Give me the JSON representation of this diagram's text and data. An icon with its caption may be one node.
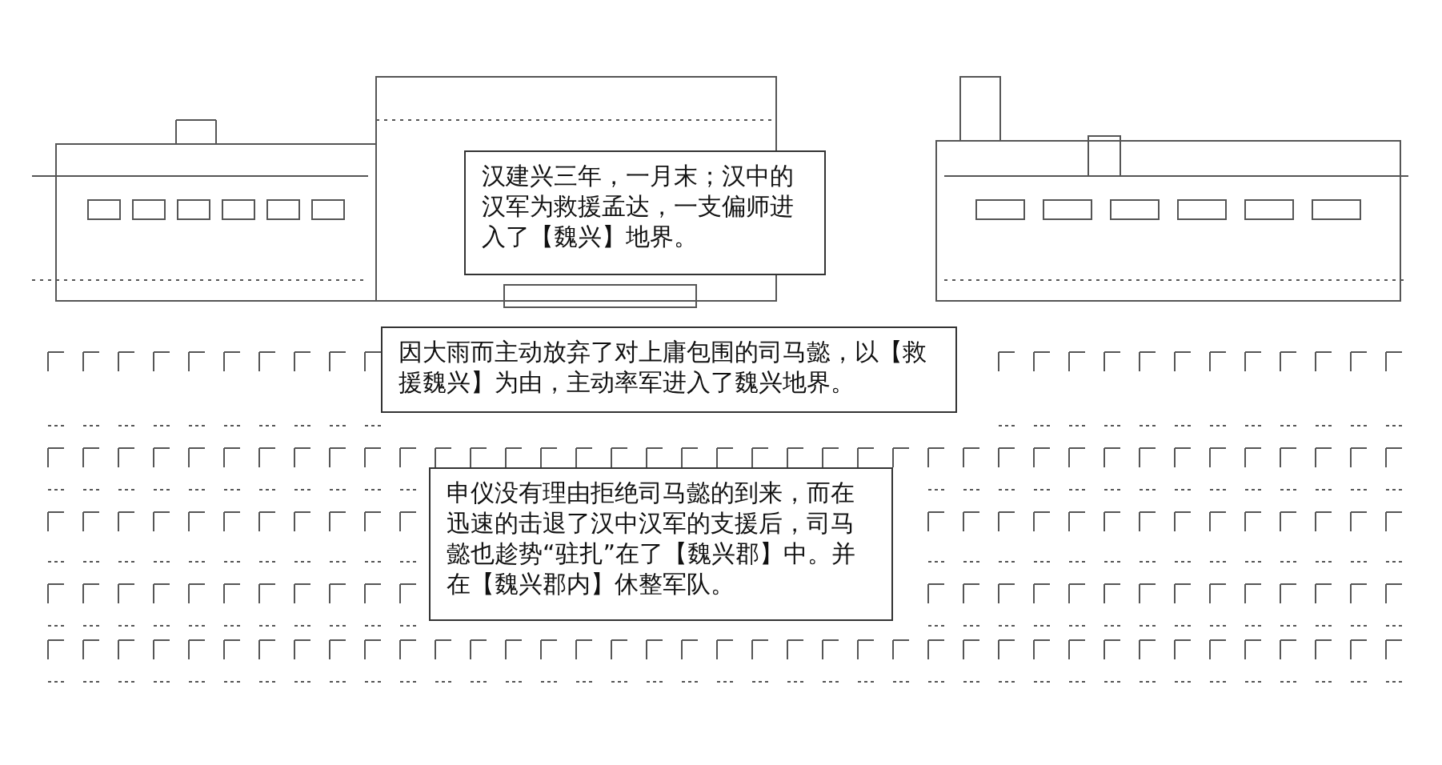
{
  "diagram": {
    "nodes": [
      {
        "text": [
          "汉建兴三年，一月末；汉中的汉军为救援孟达，一支偏师进入了【魏兴】地界。"
        ]
      },
      {
        "text": [
          "因大雨而主动放弃了对上庸包围的司马懿，以【救援魏兴】为由，主动率军进入了魏兴地界。"
        ]
      },
      {
        "text": [
          "申仪没有理由拒绝司马懿的到来，而在迅速的击退了汉中汉军的支援后，司马懿也趁势“驻扎”在了【魏兴郡】中。并在【魏兴郡内】休整军队。"
        ]
      }
    ]
  }
}
